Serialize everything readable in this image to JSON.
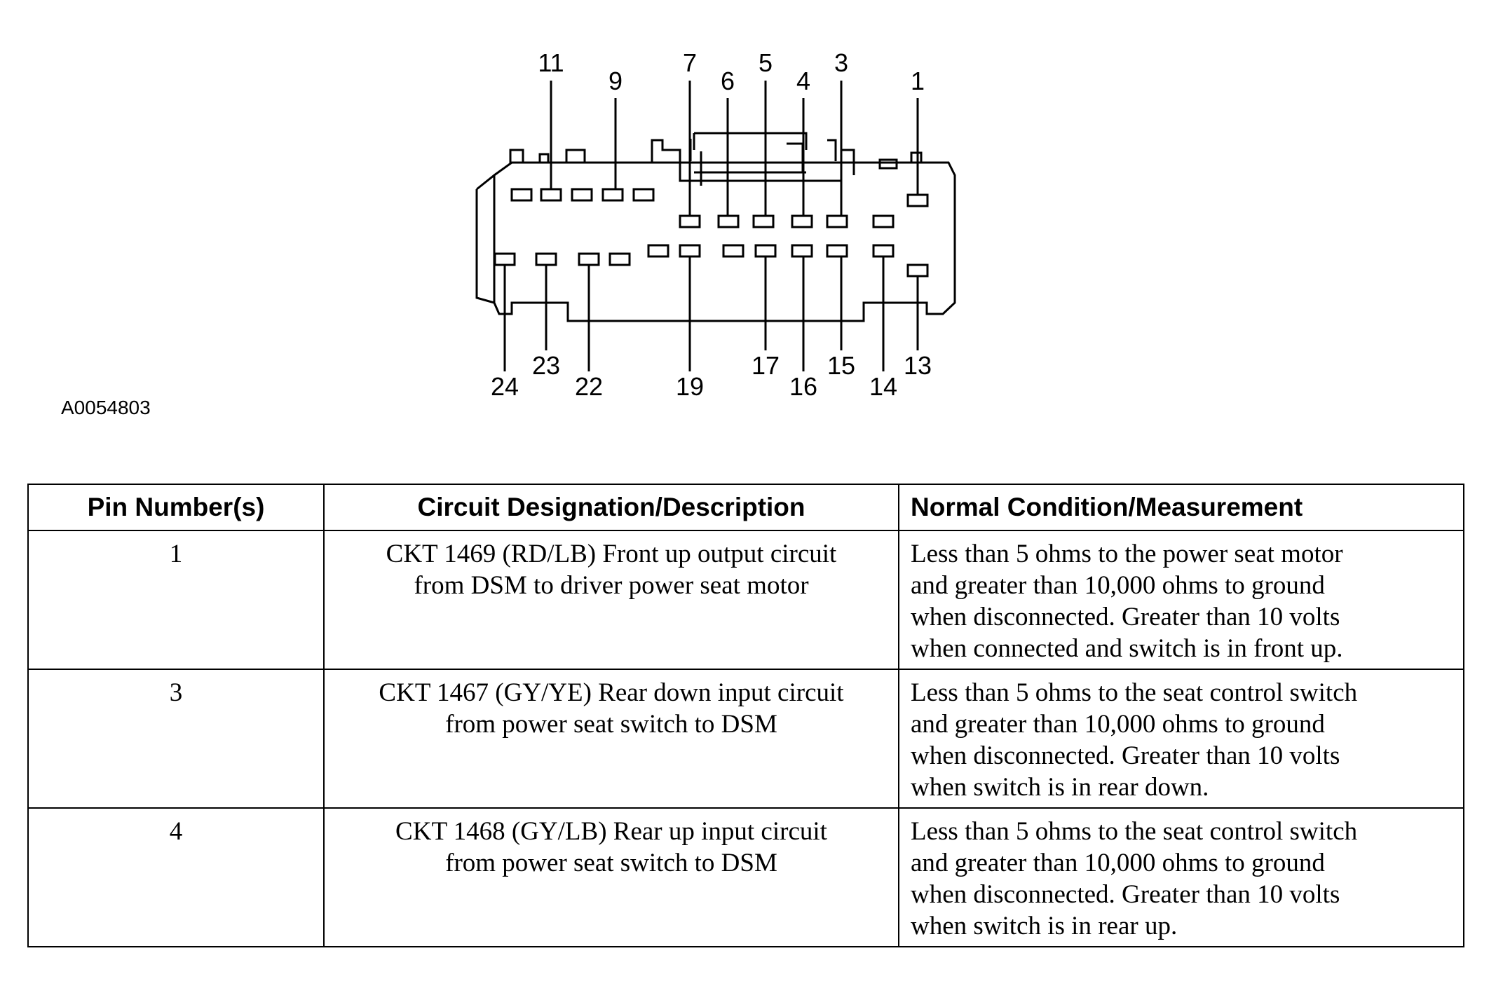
{
  "figure_id": "A0054803",
  "connector": {
    "top_pin_labels": [
      "11",
      "9",
      "7",
      "6",
      "5",
      "4",
      "3",
      "1"
    ],
    "bottom_pin_labels": [
      "24",
      "23",
      "22",
      "19",
      "17",
      "16",
      "15",
      "14",
      "13"
    ]
  },
  "table": {
    "headers": [
      "Pin Number(s)",
      "Circuit Designation/Description",
      "Normal Condition/Measurement"
    ],
    "rows": [
      {
        "pin": "1",
        "circuit": "CKT 1469 (RD/LB) Front up output circuit\nfrom DSM to driver power seat motor",
        "condition": "Less than 5 ohms to the power seat motor\nand greater than 10,000 ohms to ground\nwhen disconnected. Greater than 10 volts\nwhen connected and switch is in front up."
      },
      {
        "pin": "3",
        "circuit": "CKT 1467 (GY/YE) Rear down input circuit\nfrom power seat switch to DSM",
        "condition": "Less than 5 ohms to the seat control switch\nand greater than 10,000 ohms to ground\nwhen disconnected. Greater than 10 volts\nwhen switch is in rear down."
      },
      {
        "pin": "4",
        "circuit": "CKT 1468 (GY/LB) Rear up input circuit\nfrom power seat switch to DSM",
        "condition": "Less than 5 ohms to the seat control switch\nand greater than 10,000 ohms to ground\nwhen disconnected. Greater than 10 volts\nwhen switch is in rear up."
      }
    ]
  }
}
